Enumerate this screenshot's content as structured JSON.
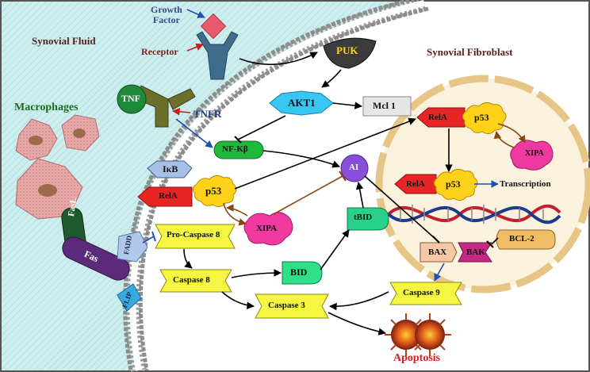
{
  "regions": {
    "synovial_fluid": "Synovial Fluid",
    "macrophages": "Macrophages",
    "synovial_fibroblast": "Synovial Fibroblast"
  },
  "ligands": {
    "growth_factor": "Growth\nFactor",
    "receptor": "Receptor",
    "tnf": "TNF",
    "tnfr": "TNFR",
    "fasl": "FasL",
    "fas": "Fas",
    "fadd": "FADD",
    "flip": "FLIP"
  },
  "nodes": {
    "puk": "PUK",
    "akt1": "AKT1",
    "mcl1": "Mcl 1",
    "nfkb": "NF-Kβ",
    "ikb": "IκB",
    "rela": "RelA",
    "p53": "p53",
    "xipa": "XIPA",
    "ai": "AI",
    "tbid": "tBID",
    "bid": "BID",
    "pro_caspase8": "Pro-Caspase 8",
    "caspase8": "Caspase 8",
    "caspase3": "Caspase 3",
    "caspase9": "Caspase 9",
    "bax": "BAX",
    "bak": "BAK",
    "bcl2": "BCL-2",
    "transcription": "Transcription",
    "apoptosis": "Apoptosis"
  },
  "colors": {
    "fluid_bg": "#cdeeee",
    "membrane_head": "#d8d8d8",
    "nucleus_fill": "#fbf2dd",
    "nucleus_border": "#e6c586",
    "caspase_fill": "#f5f542",
    "rela_fill": "#e82525",
    "p53_fill": "#ffd21a",
    "xipa_fill": "#ee3aa0",
    "akt1_fill": "#38c6f2",
    "puk_fill": "#3b3b3b",
    "puk_text": "#ffd21a",
    "nfkb_fill": "#1fb93b",
    "ai_fill": "#8a4fd9",
    "tbid_fill": "#29d08a",
    "bid_fill": "#2ee08a",
    "bcl2_fill": "#f0bd66",
    "bak_fill": "#c42a84",
    "bax_fill": "#f5c9a8",
    "ikb_fill": "#a6c0e6",
    "mcl1_fill": "#e6e6e6",
    "tnf_fill": "#1f8a3a",
    "tnfr_fill": "#6b6f2a",
    "receptor_fill": "#3e6c8a",
    "growth_factor_fill": "#e95a6e",
    "fas_fill": "#5b2a7a",
    "fasl_fill": "#1e5a2e",
    "fadd_fill": "#b0c8ea",
    "flip_fill": "#3aa8e0",
    "macrophage_fill": "#e7a8a8",
    "title_text": "#5a1f1f",
    "apoptosis_text": "#e01a1a",
    "dna_red": "#c41f2c",
    "dna_blue": "#1e3a8c",
    "arrow": "#000000",
    "arrow_blue": "#1e4fb3",
    "arrow_red": "#c41f1f",
    "arrow_brown": "#8b4513"
  },
  "icons": {
    "apoptosis_cell": "apoptotic-cell-icon",
    "dna": "dna-helix-icon",
    "macrophage": "macrophage-cell-icon"
  }
}
